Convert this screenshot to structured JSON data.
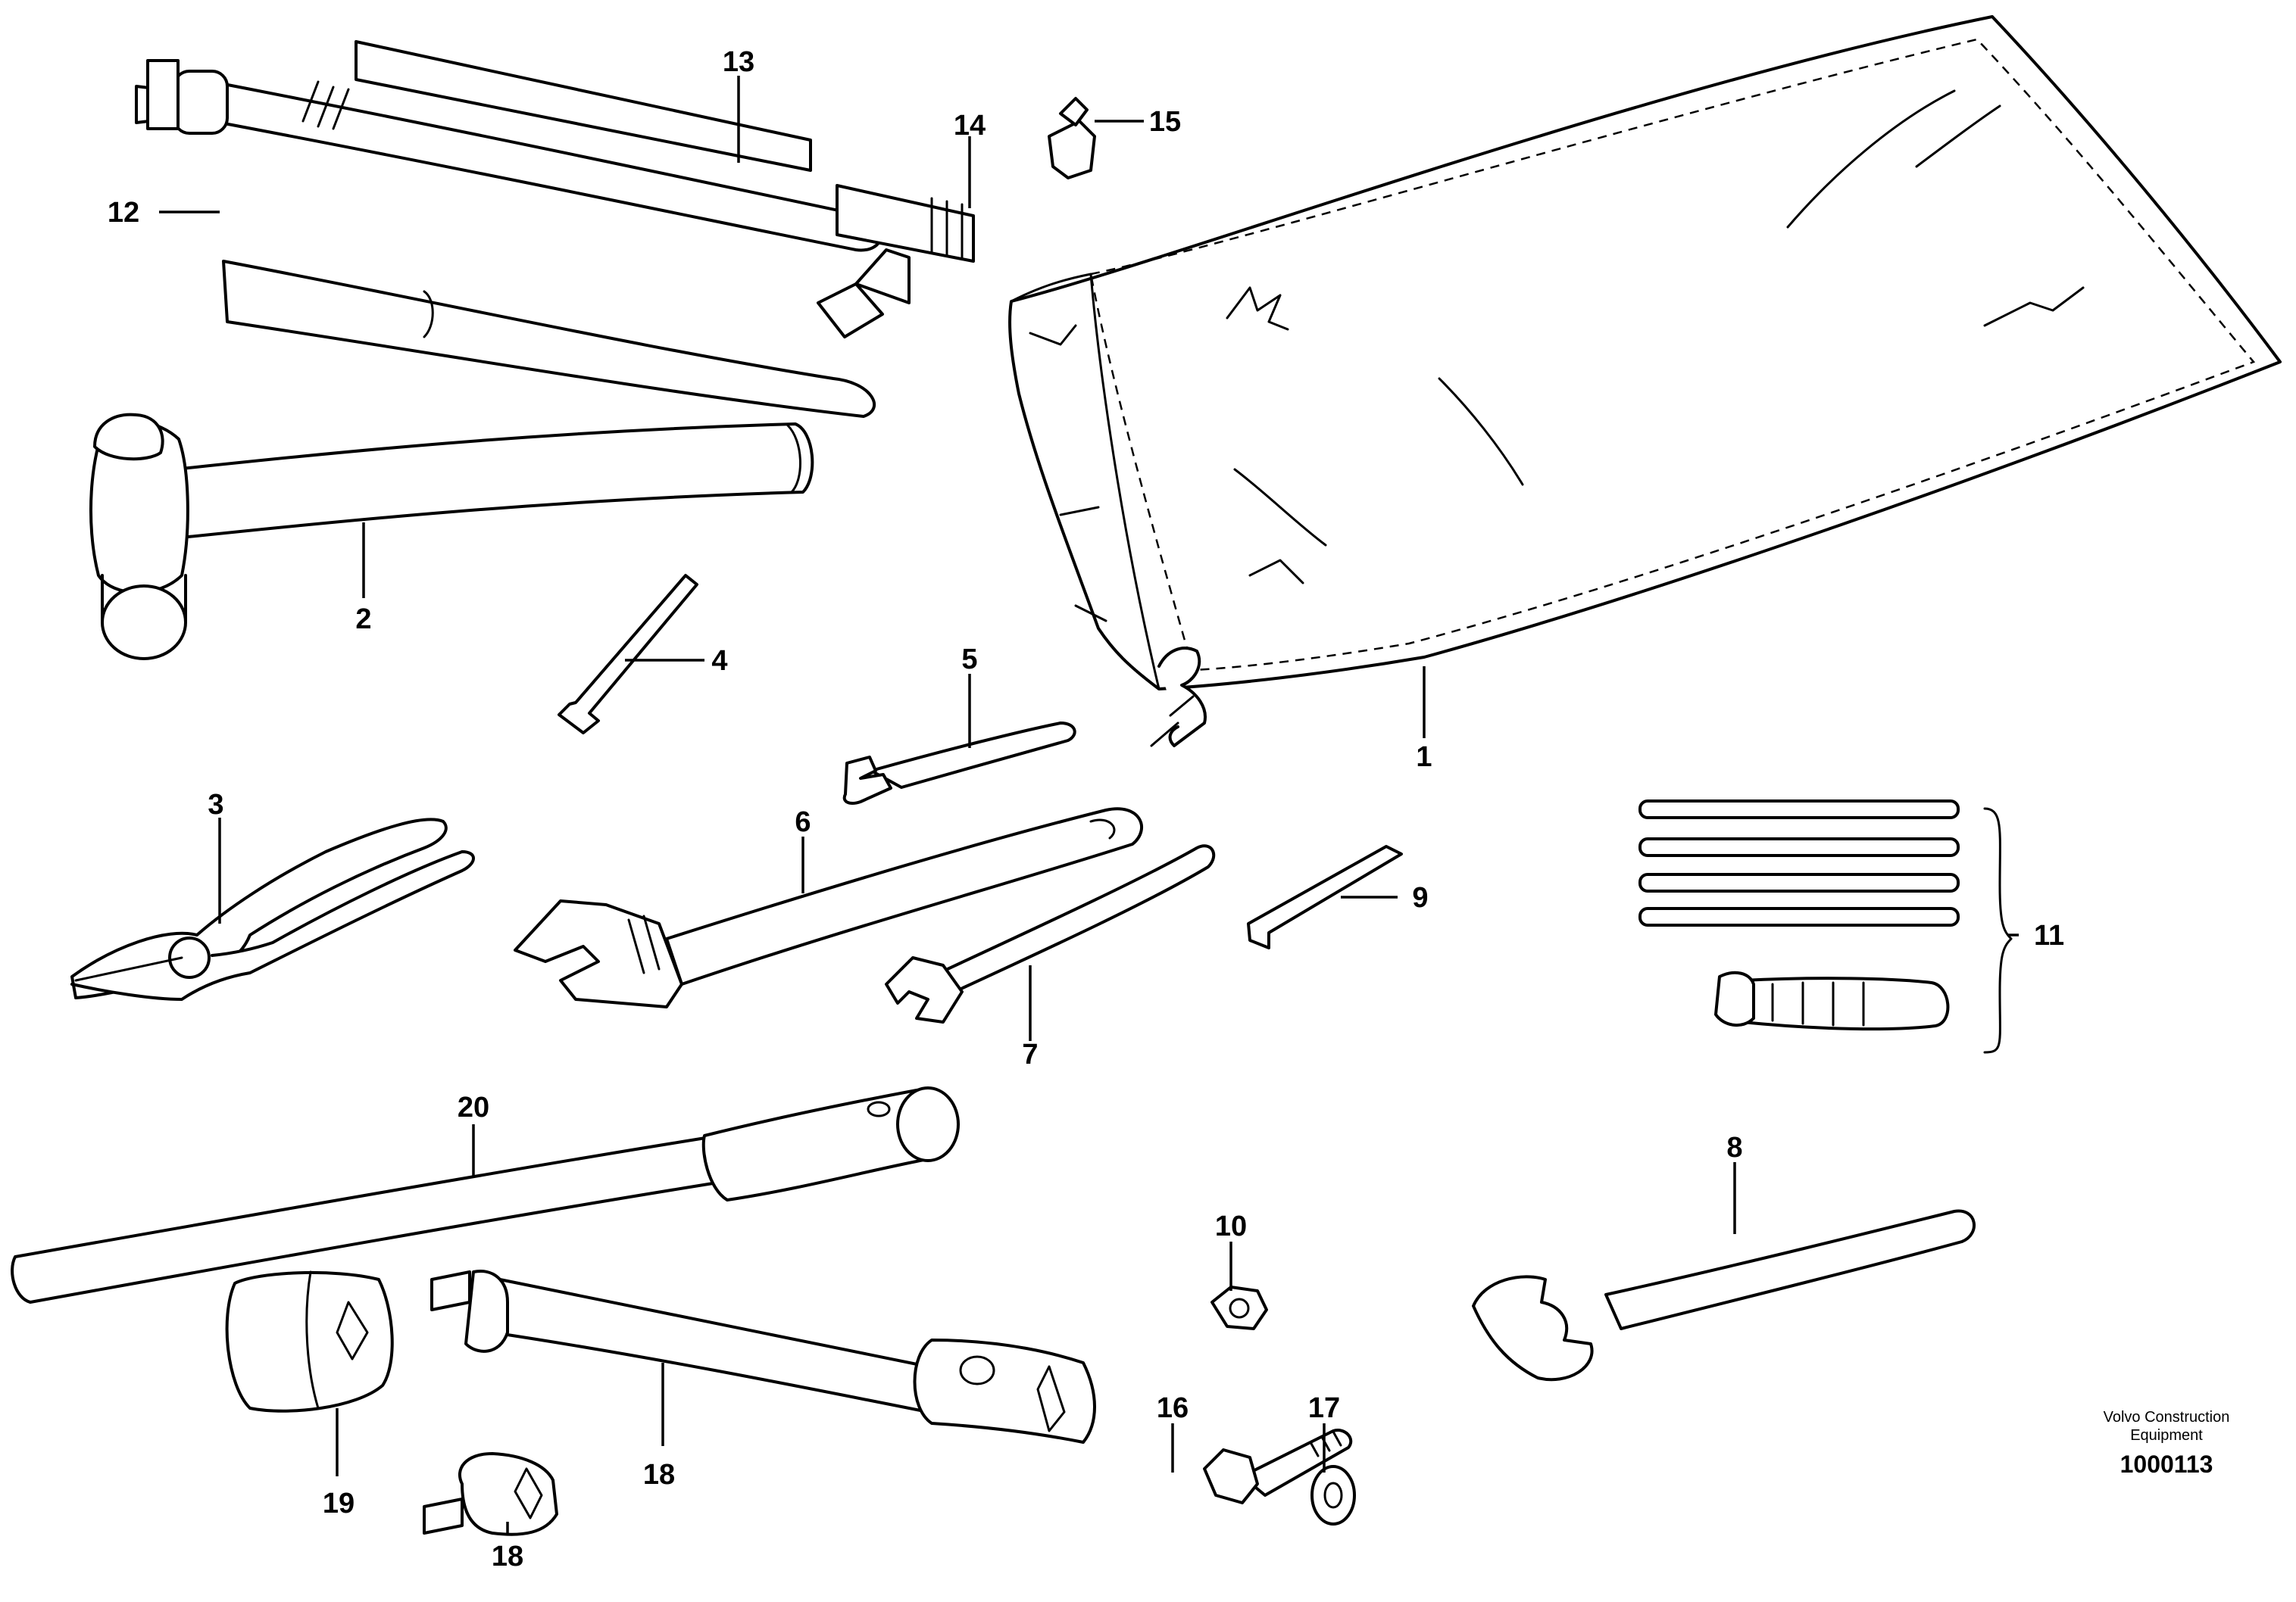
{
  "callouts": {
    "c1": "1",
    "c2": "2",
    "c3": "3",
    "c4": "4",
    "c5": "5",
    "c6": "6",
    "c7": "7",
    "c8": "8",
    "c9": "9",
    "c10": "10",
    "c11": "11",
    "c12": "12",
    "c13": "13",
    "c14": "14",
    "c15": "15",
    "c16": "16",
    "c17": "17",
    "c18a": "18",
    "c18b": "18",
    "c19": "19",
    "c20": "20"
  },
  "credit": {
    "line1": "Volvo Construction",
    "line2": "Equipment",
    "drawing_number": "1000113"
  }
}
